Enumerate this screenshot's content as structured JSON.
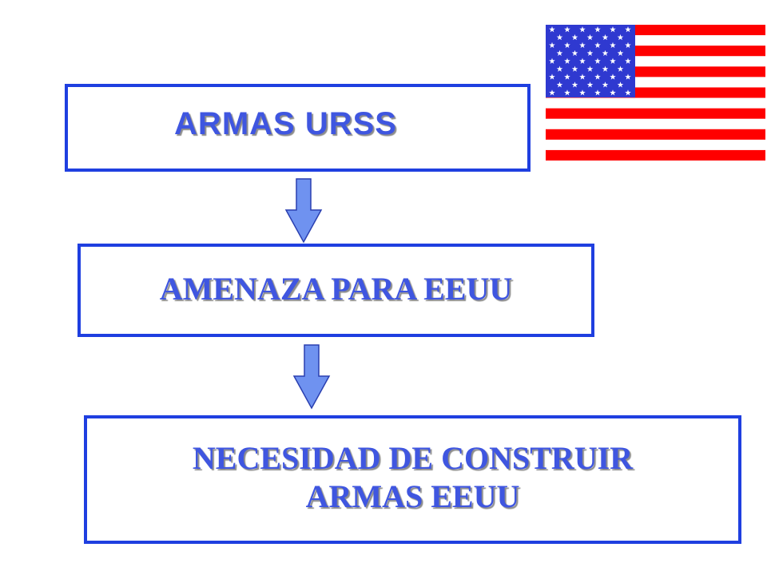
{
  "diagram": {
    "nodes": [
      {
        "id": "armas-urss",
        "label": "ARMAS URSS"
      },
      {
        "id": "amenaza",
        "label": "AMENAZA PARA EEUU"
      },
      {
        "id": "necesidad",
        "line1": "NECESIDAD DE CONSTRUIR",
        "line2": "ARMAS EEUU"
      }
    ],
    "edges": [
      {
        "from": "armas-urss",
        "to": "amenaza"
      },
      {
        "from": "amenaza",
        "to": "necesidad"
      }
    ]
  },
  "colors": {
    "border": "#1f3fe0",
    "text": "#3f56e0",
    "arrow_fill": "#6f92f0",
    "flag_red": "#ff0000",
    "flag_blue": "#2f39d0"
  },
  "icons": {
    "flag": "us-flag-icon",
    "arrow": "arrow-down-icon"
  }
}
